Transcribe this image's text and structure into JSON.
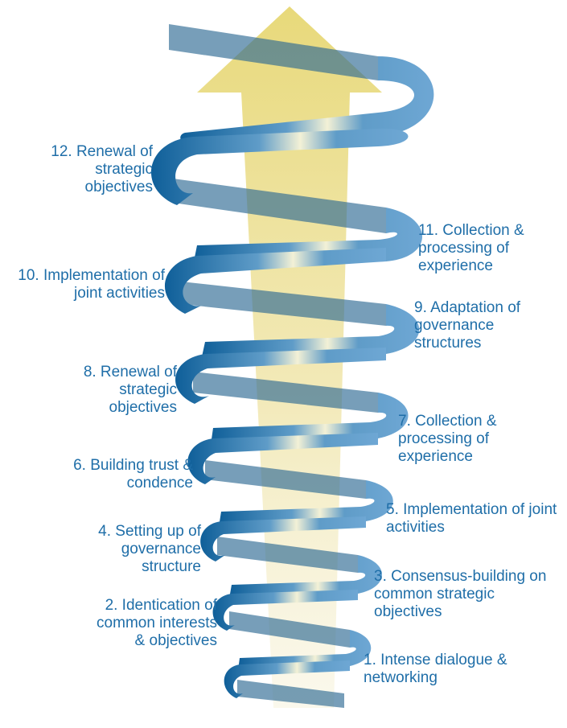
{
  "diagram": {
    "colors": {
      "arrow": "#e8d97a",
      "ribbon_dark": "#0f5f99",
      "ribbon_light": "#7fb0d8",
      "label_text": "#1f6ea8"
    },
    "steps": [
      {
        "n": 1,
        "text": "1. Intense dialogue & networking",
        "side": "right"
      },
      {
        "n": 2,
        "text": "2. Identication of common interests & objectives",
        "side": "left"
      },
      {
        "n": 3,
        "text": "3. Consensus-building on common strategic objectives",
        "side": "right"
      },
      {
        "n": 4,
        "text": "4. Setting up of governance structure",
        "side": "left"
      },
      {
        "n": 5,
        "text": "5. Implementation of joint activities",
        "side": "right"
      },
      {
        "n": 6,
        "text": "6. Building trust & condence",
        "side": "left"
      },
      {
        "n": 7,
        "text": "7. Collection & processing of experience",
        "side": "right"
      },
      {
        "n": 8,
        "text": "8. Renewal of strategic objectives",
        "side": "left"
      },
      {
        "n": 9,
        "text": "9. Adaptation of governance structures",
        "side": "right"
      },
      {
        "n": 10,
        "text": "10. Implementation of joint activities",
        "side": "left"
      },
      {
        "n": 11,
        "text": "11. Collection & processing of experience",
        "side": "right"
      },
      {
        "n": 12,
        "text": "12. Renewal of strategic objectives",
        "side": "left"
      }
    ]
  }
}
